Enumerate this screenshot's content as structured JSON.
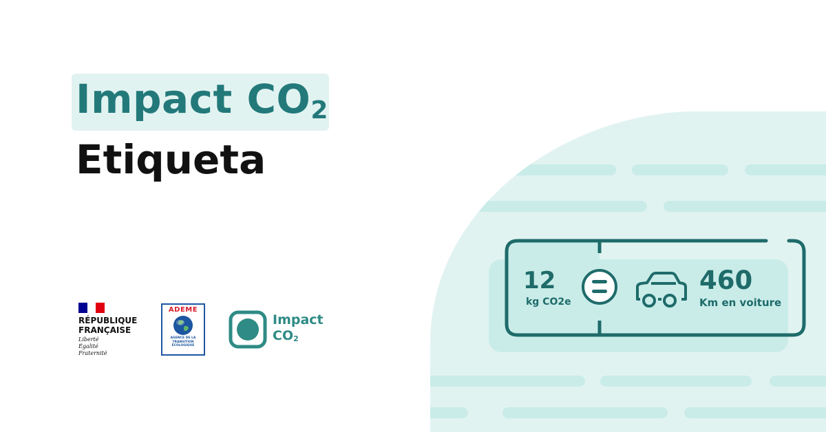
{
  "header": {
    "title_main": "Impact CO",
    "title_sub": "2",
    "subtitle": "Etiqueta"
  },
  "logos": {
    "republique": {
      "name": "RÉPUBLIQUE\nFRANÇAISE",
      "motto": "Liberté\nÉgalité\nFraternité",
      "flag_colors": [
        "#000091",
        "#ffffff",
        "#e1000f"
      ]
    },
    "ademe": {
      "name": "ADEME",
      "tagline": "AGENCE DE LA\nTRANSITION\nÉCOLOGIQUE"
    },
    "impactco2": {
      "line1": "Impact",
      "line2_main": "CO",
      "line2_sub": "2"
    }
  },
  "label": {
    "left_value": "12",
    "left_unit": "kg CO2e",
    "equals_icon": "equals-icon",
    "vehicle_icon": "car-icon",
    "right_value": "460",
    "right_unit": "Km en voiture"
  },
  "colors": {
    "brand_teal": "#23797a",
    "dark_teal": "#1e6b6a",
    "light_teal": "#e1f3f1",
    "mid_teal": "#c9ece8"
  }
}
